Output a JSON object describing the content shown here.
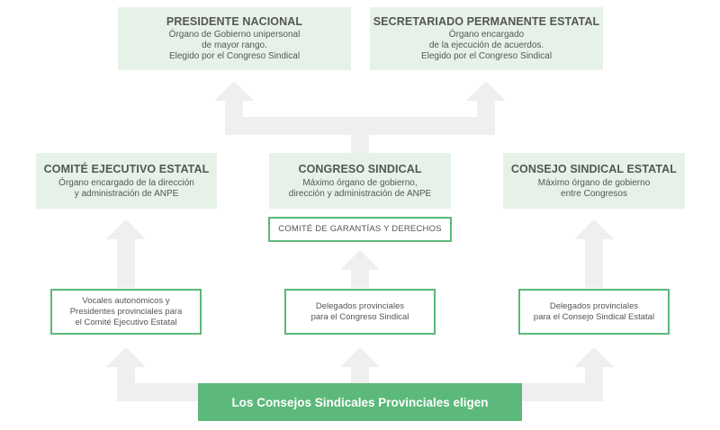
{
  "top": [
    {
      "title": "PRESIDENTE NACIONAL",
      "lines": [
        "Órgano de Gobierno unipersonal",
        "de mayor rango.",
        "Elegido por el Congreso Sindical"
      ]
    },
    {
      "title": "SECRETARIADO PERMANENTE ESTATAL",
      "lines": [
        "Órgano encargado",
        "de la ejecución de acuerdos.",
        "Elegido por el Congreso Sindical"
      ]
    }
  ],
  "middle": [
    {
      "title": "COMITÉ EJECUTIVO ESTATAL",
      "lines": [
        "Órgano encargado de la dirección",
        "y administración de ANPE"
      ]
    },
    {
      "title": "CONGRESO SINDICAL",
      "lines": [
        "Máximo órgano de gobierno,",
        "dirección y administración de ANPE"
      ]
    },
    {
      "title": "CONSEJO SINDICAL ESTATAL",
      "lines": [
        "Máximo órgano de gobierno",
        "entre Congresos"
      ]
    }
  ],
  "guarantees": "COMITÉ DE GARANTÍAS Y DERECHOS",
  "delegates": [
    {
      "lines": [
        "Vocales autonómicos y",
        "Presidentes provinciales para",
        "el Comité Ejecutivo Estatal"
      ]
    },
    {
      "lines": [
        "Delegados provinciales",
        "para el Congreso Sindical"
      ]
    },
    {
      "lines": [
        "Delegados provinciales",
        "para el Consejo Sindical Estatal"
      ]
    }
  ],
  "base": "Los Consejos Sindicales Provinciales eligen",
  "colors": {
    "accent": "#5cb87b",
    "soft": "#e6f2e8",
    "connector": "#efefef",
    "text": "#555555"
  }
}
